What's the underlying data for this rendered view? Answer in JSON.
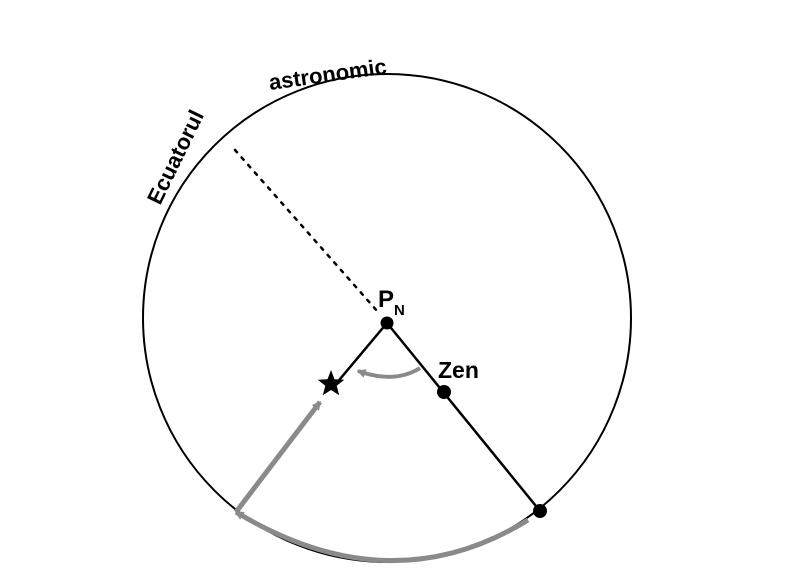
{
  "labels": {
    "astronomic": "astronomic",
    "ecuatorul": "Ecuatorul",
    "pole_letter": "P",
    "pole_subscript": "N",
    "zenith": "Zen"
  },
  "icons": {
    "star": "star-icon"
  },
  "colors": {
    "ink": "#000000",
    "arrow": "#8a8a8a",
    "background": "#ffffff"
  }
}
